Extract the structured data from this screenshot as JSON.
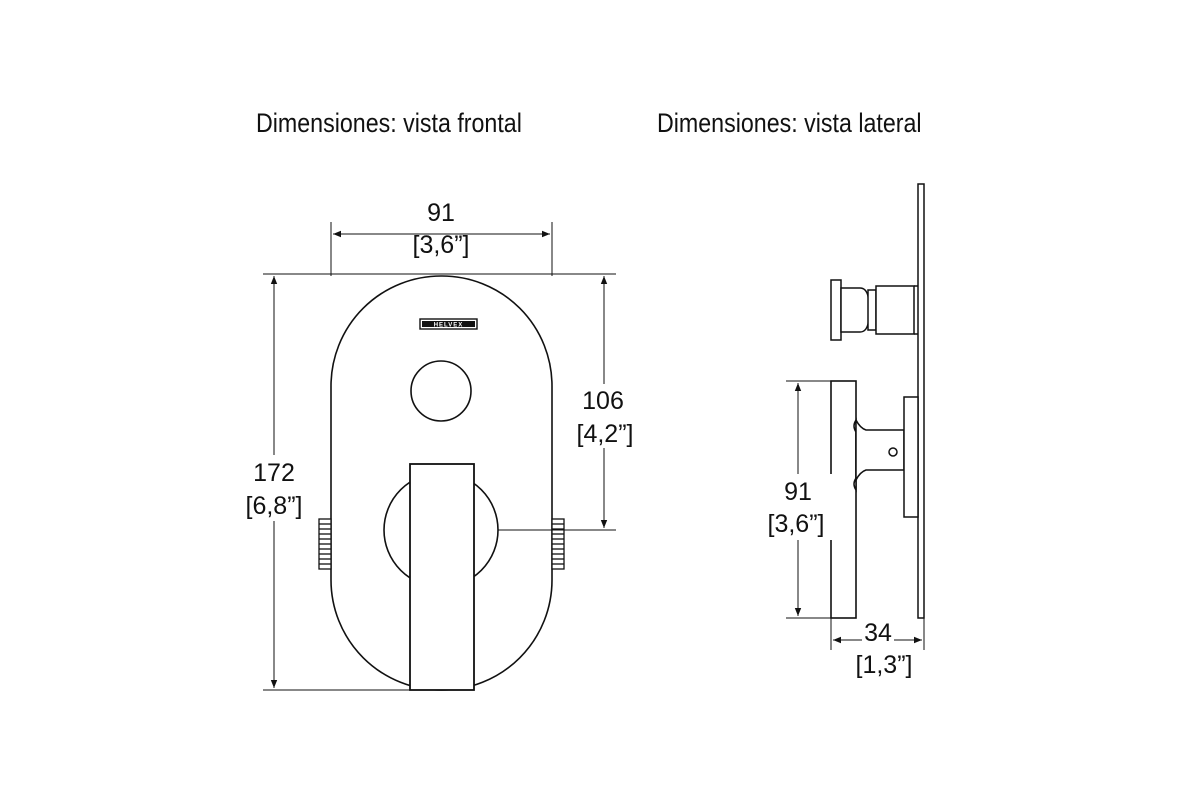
{
  "titles": {
    "front": "Dimensiones: vista frontal",
    "side": "Dimensiones: vista lateral"
  },
  "brand_plate": "HELVEX",
  "dimensions": {
    "front_width": {
      "mm": "91",
      "in": "[3,6”]"
    },
    "front_height": {
      "mm": "172",
      "in": "[6,8”]"
    },
    "front_offset": {
      "mm": "106",
      "in": "[4,2”]"
    },
    "side_height": {
      "mm": "91",
      "in": "[3,6”]"
    },
    "side_depth": {
      "mm": "34",
      "in": "[1,3”]"
    }
  }
}
